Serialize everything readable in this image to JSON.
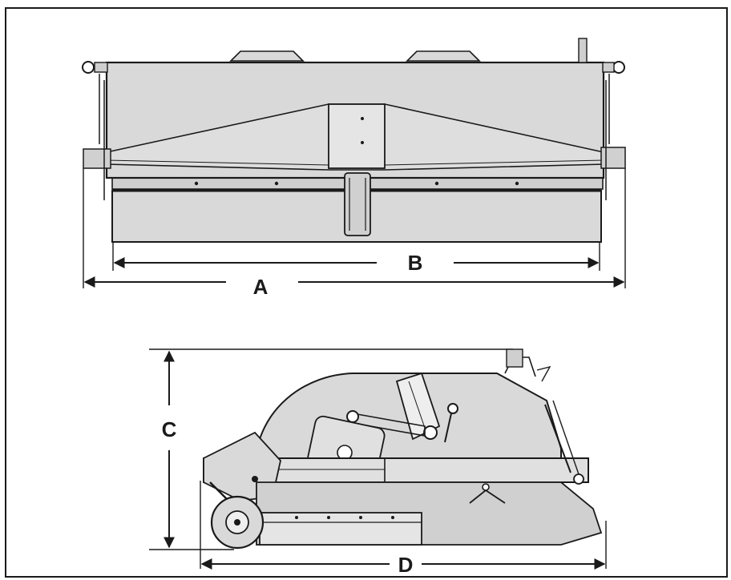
{
  "dimensions": {
    "A": "A",
    "B": "B",
    "C": "C",
    "D": "D"
  },
  "icons": {
    "arrow": "arrowhead"
  },
  "colors": {
    "ink": "#1a1a1a",
    "panel": "#d9d9d9",
    "paper": "#ffffff"
  }
}
